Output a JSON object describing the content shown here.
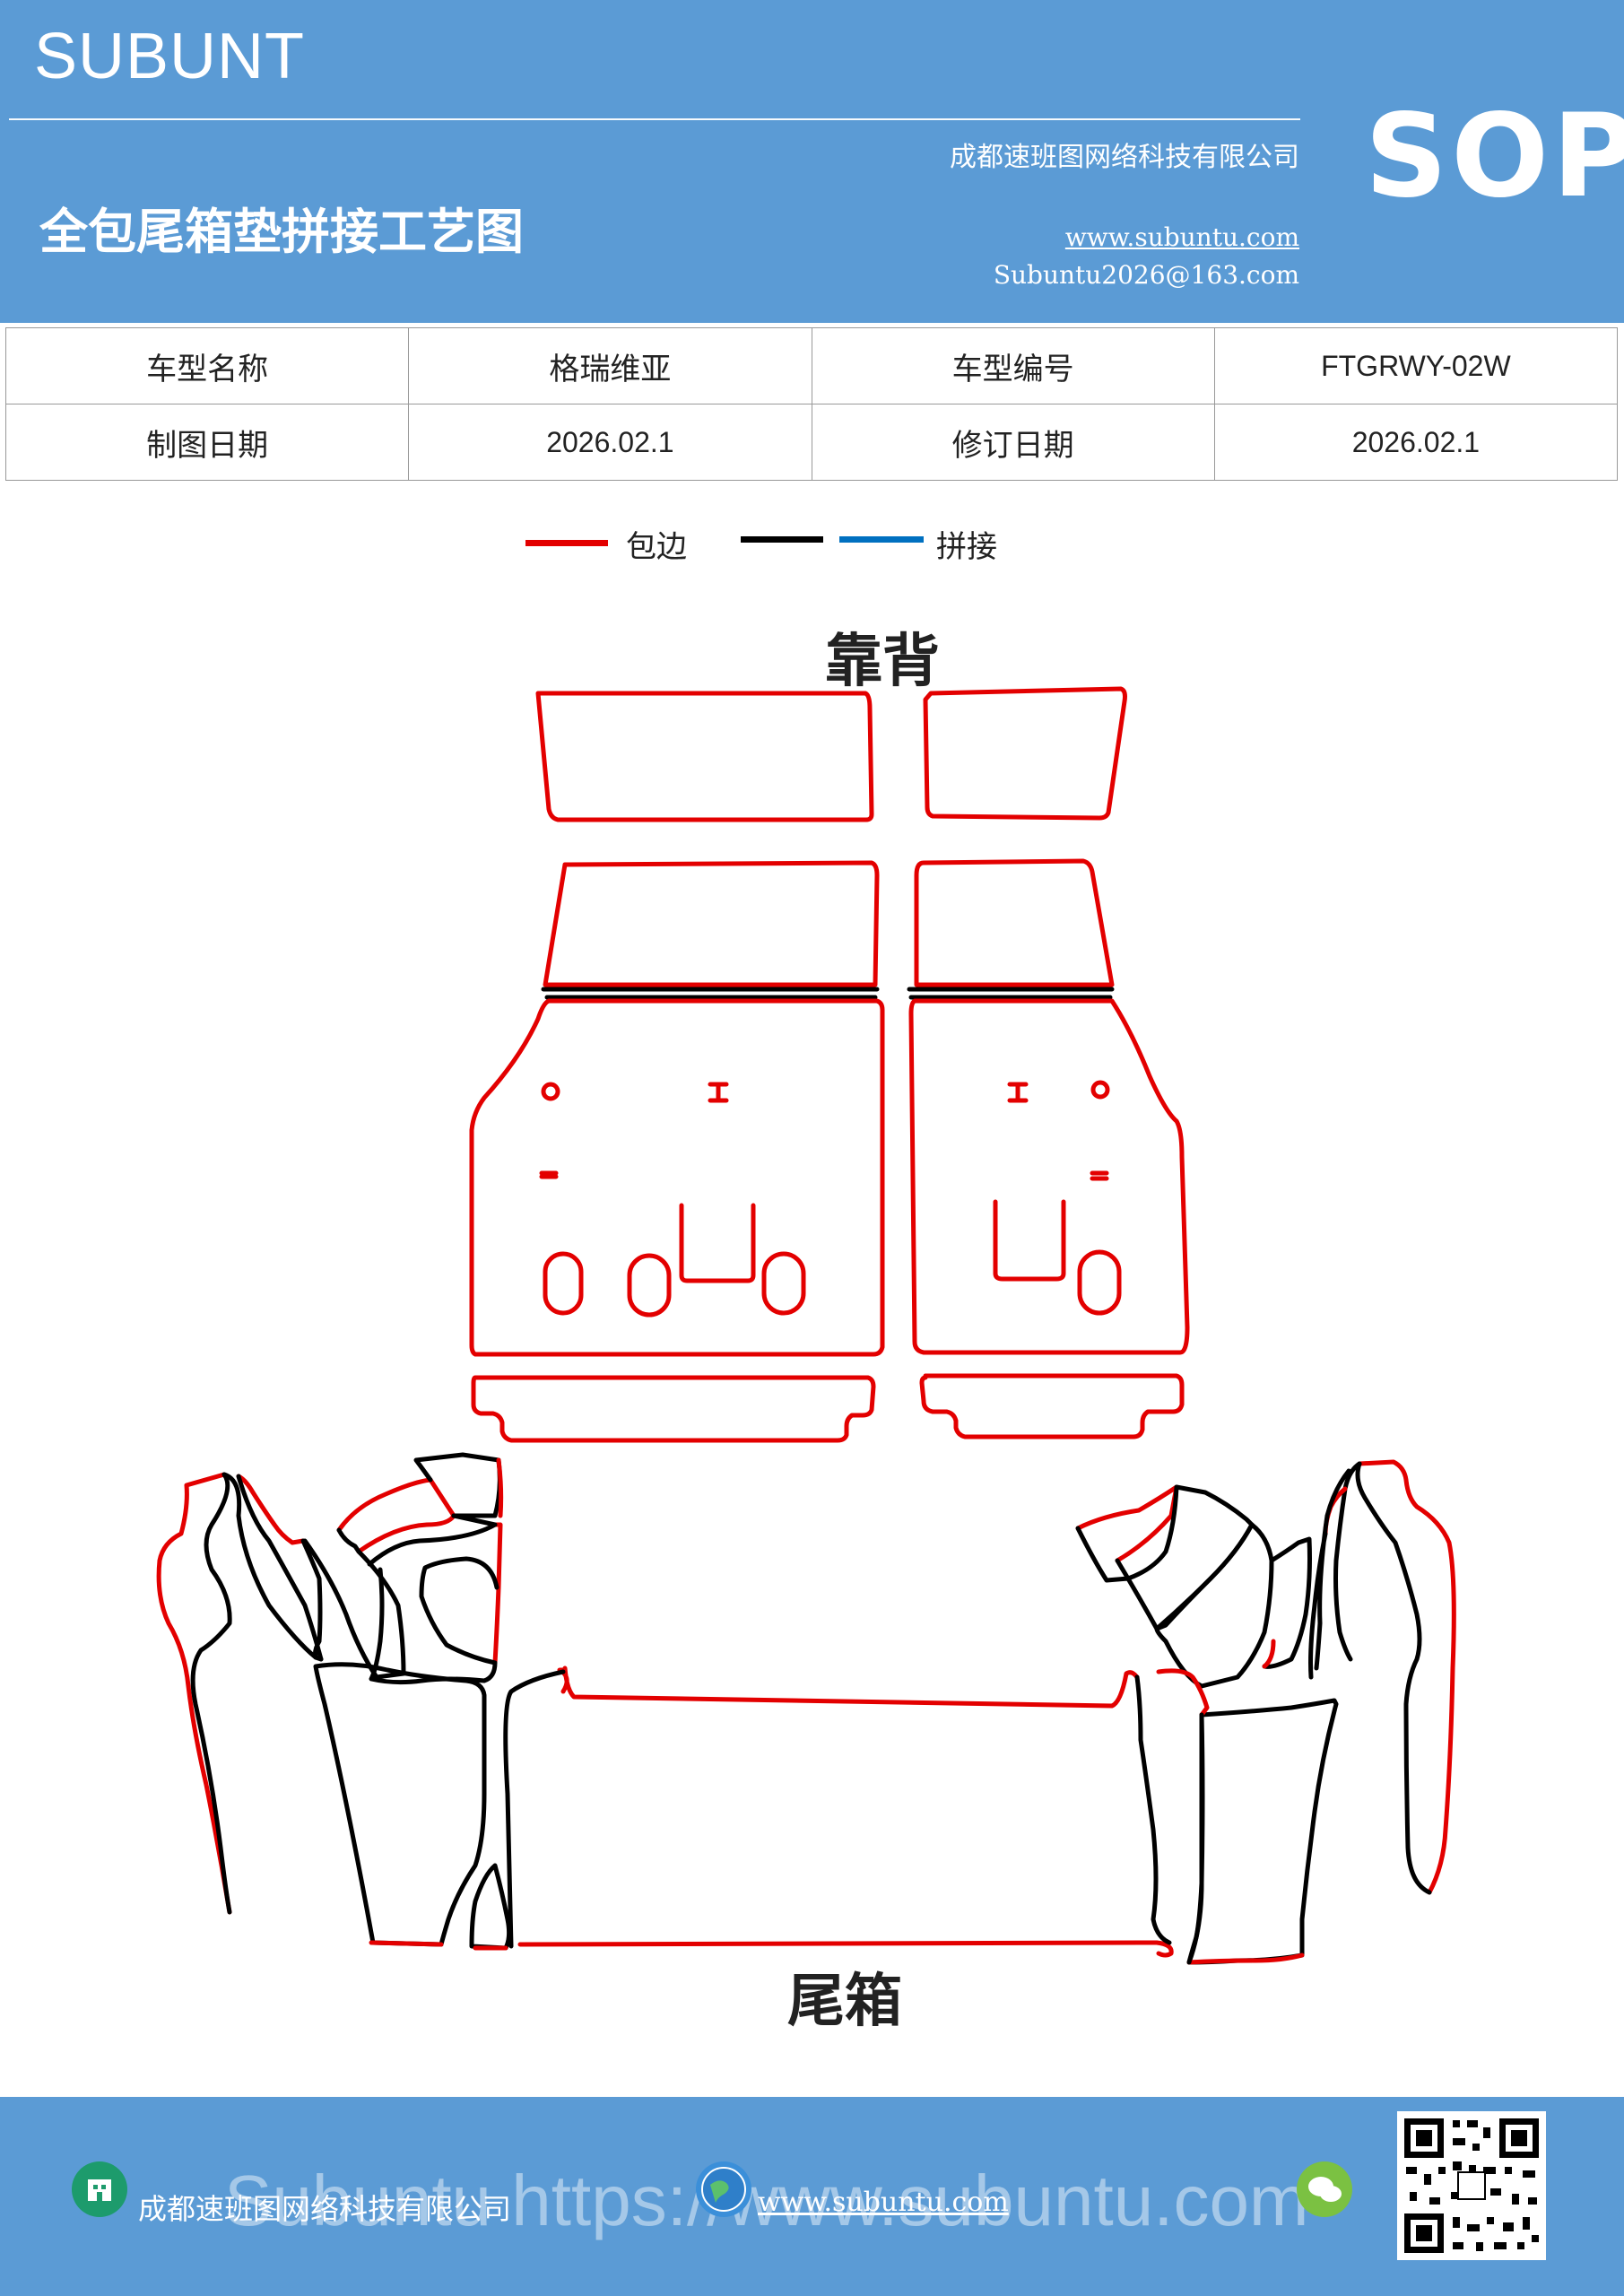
{
  "header": {
    "brand": "SUBUNT",
    "title": "全包尾箱垫拼接工艺图",
    "company": "成都速班图网络科技有限公司",
    "website": "www.subuntu.com",
    "email": "Subuntu2026@163.com",
    "badge": "SOP"
  },
  "info_table": {
    "rows": [
      [
        "车型名称",
        "格瑞维亚",
        "车型编号",
        "FTGRWY-02W"
      ],
      [
        "制图日期",
        "2026.02.1",
        "修订日期",
        "2026.02.1"
      ]
    ]
  },
  "legend": {
    "items": [
      {
        "label": "包边",
        "color": "#e30000"
      },
      {
        "label": "",
        "color": "#000000"
      },
      {
        "label": "拼接",
        "color": "#0070c0"
      }
    ]
  },
  "diagram": {
    "top_label": "靠背",
    "bottom_label": "尾箱",
    "edge_color": "#e30000",
    "seam_color": "#000000"
  },
  "footer": {
    "company": "成都速班图网络科技有限公司",
    "website": "www.subuntu.com",
    "watermark": "Subuntu https://www.subuntu.com"
  }
}
